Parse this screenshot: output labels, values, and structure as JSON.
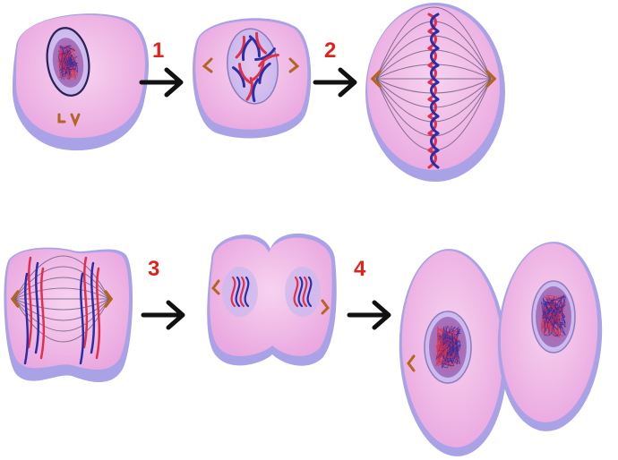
{
  "steps": [
    {
      "label": "1"
    },
    {
      "label": "2"
    },
    {
      "label": "3"
    },
    {
      "label": "4"
    }
  ],
  "colors": {
    "cytoplasm": "#f2b8e8",
    "cytoplasm_light": "#f7cdef",
    "membrane": "#a9a2e6",
    "membrane_dark": "#7f77d0",
    "nucleus": "#cdbcec",
    "nucleus_edge": "#3a2f6a",
    "chromatin_red": "#e0304a",
    "chromatin_blue": "#2a2fa8",
    "centriole": "#b5651d",
    "spindle": "#6b5a7a",
    "arrow": "#111111",
    "step_label": "#e2231a"
  },
  "icons": {
    "arrow": "right-arrow-icon",
    "centriole": "centriole-icon"
  }
}
